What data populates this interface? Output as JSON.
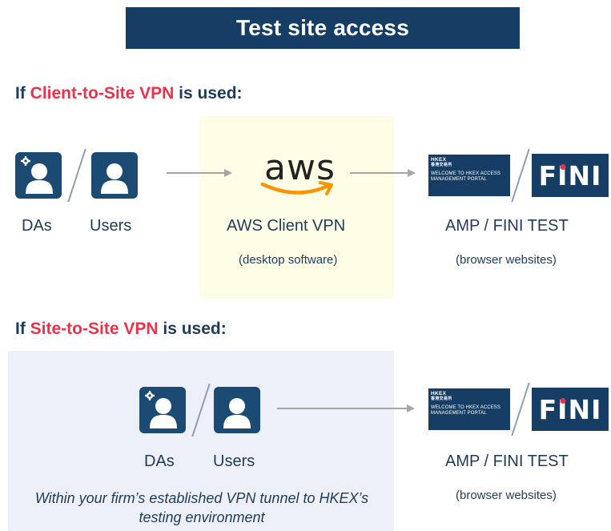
{
  "title": "Test site access",
  "section1": {
    "heading_prefix": "If ",
    "heading_highlight": "Client-to-Site VPN",
    "heading_suffix": " is used:",
    "das_label": "DAs",
    "users_label": "Users",
    "vpn_logo_text": "aws",
    "vpn_label": "AWS Client VPN",
    "vpn_sub": "(desktop software)",
    "target_label": "AMP / FINI TEST",
    "target_sub": "(browser websites)"
  },
  "section2": {
    "heading_prefix": "If ",
    "heading_highlight": "Site-to-Site VPN",
    "heading_suffix": " is used:",
    "das_label": "DAs",
    "users_label": "Users",
    "note": "Within your firm’s established VPN tunnel to HKEX’s testing environment",
    "target_label": "AMP / FINI TEST",
    "target_sub": "(browser websites)"
  },
  "amp_logo": {
    "brand": "HKEX",
    "brand_sub": "香港交易所",
    "text": "WELCOME TO HKEX ACCESS MANAGEMENT PORTAL"
  },
  "fini_logo": {
    "pre": "F",
    "i": "I",
    "post": "NI"
  },
  "colors": {
    "navy": "#163d63",
    "text": "#1f3b5a",
    "highlight": "#e8334a",
    "aws_orange": "#f79400",
    "panel_yellow": "#fefde6",
    "panel_blue": "#edf0f8"
  },
  "icons": {
    "da": "user-gear-icon",
    "user": "user-icon",
    "arrow": "arrow-right-icon"
  }
}
